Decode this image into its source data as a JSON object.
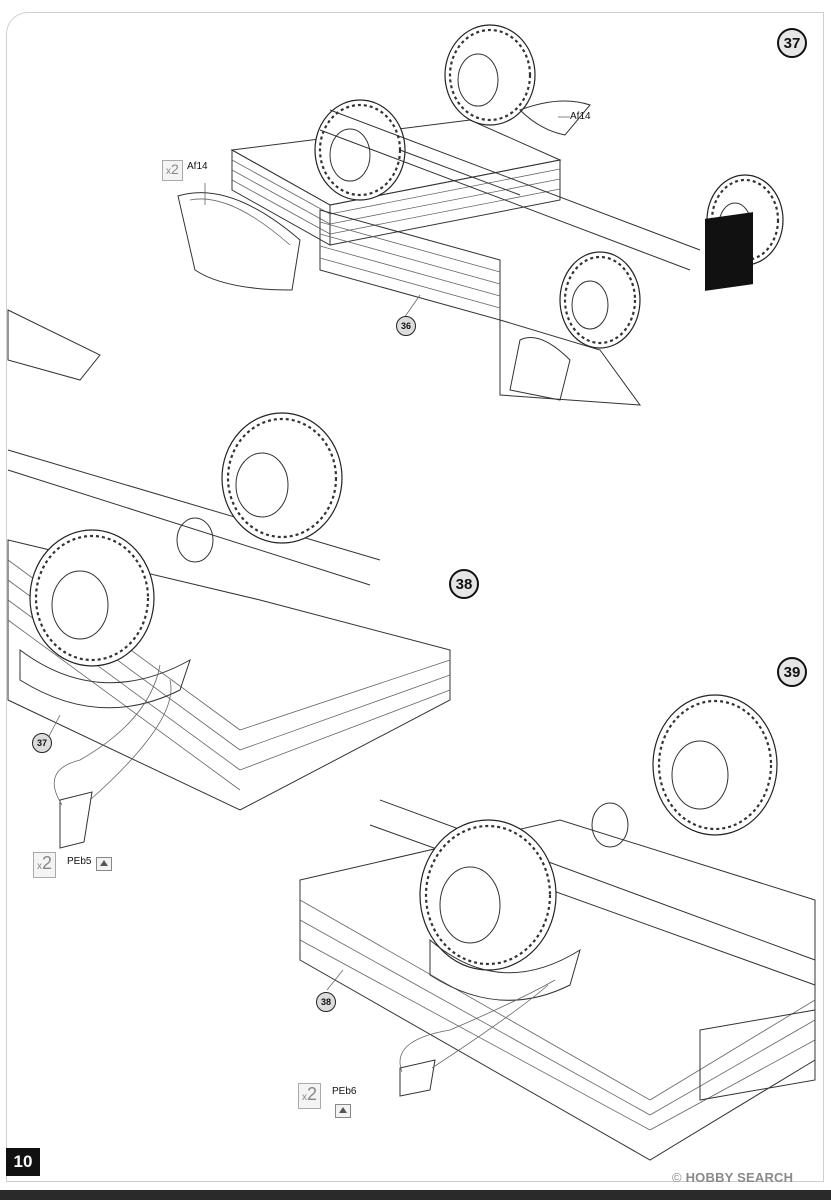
{
  "page": {
    "number": "10",
    "watermark": "HOBBY SEARCH",
    "watermark_mark": "©"
  },
  "steps": [
    {
      "id": "37",
      "part": "Af14",
      "quantity": "2",
      "ref_assembly": "36"
    },
    {
      "id": "38",
      "part": "PEb5",
      "quantity": "2",
      "ref_assembly": "37"
    },
    {
      "id": "39",
      "part": "PEb6",
      "quantity": "2",
      "ref_assembly": "38"
    }
  ],
  "quantity_prefix": "x",
  "icons": {
    "photo_etch_part": "pe-bend-icon",
    "logo": "three-pointed-star-emblem"
  }
}
